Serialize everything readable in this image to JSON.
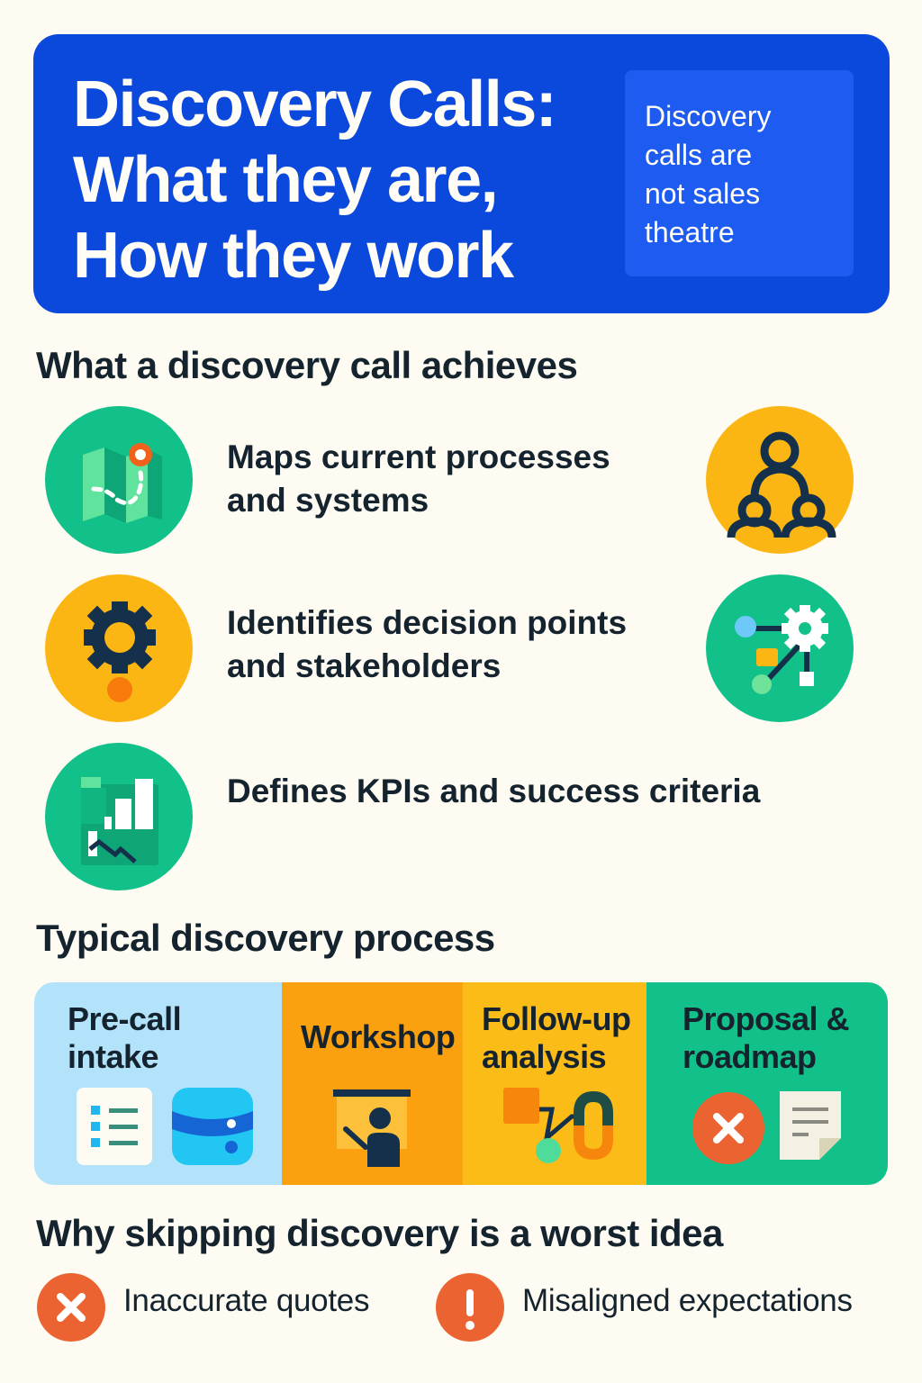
{
  "header": {
    "title_lines": [
      "Discovery Calls:",
      "What they are,",
      "How they work"
    ],
    "note_lines": [
      "Discovery",
      "calls are",
      "not sales",
      "theatre"
    ]
  },
  "achieves": {
    "title": "What a discovery call achieves",
    "items": [
      {
        "icon": "folded-map-icon",
        "lines": [
          "Maps current processes",
          "and systems"
        ]
      },
      {
        "icon": "gear-icon",
        "lines": [
          "Identifies decision points",
          "and stakeholders"
        ]
      },
      {
        "icon": "bar-chart-icon",
        "lines": [
          "Defines KPIs and success criteria"
        ]
      }
    ],
    "side_icons": [
      "people-hierarchy-icon",
      "workflow-gear-icon"
    ]
  },
  "process": {
    "title": "Typical discovery process",
    "steps": [
      {
        "lines": [
          "Pre-call",
          "intake"
        ],
        "color": "#b3e2fb",
        "icons": [
          "checklist-icon",
          "database-icon"
        ]
      },
      {
        "lines": [
          "Workshop"
        ],
        "color": "#fba10f",
        "icons": [
          "presenter-icon"
        ]
      },
      {
        "lines": [
          "Follow-up",
          "analysis"
        ],
        "color": "#fbbc18",
        "icons": [
          "flow-link-icon"
        ]
      },
      {
        "lines": [
          "Proposal &",
          "roadmap"
        ],
        "color": "#12c18a",
        "icons": [
          "cross-circle-icon",
          "document-icon"
        ]
      }
    ]
  },
  "why": {
    "title": "Why skipping discovery is a worst idea",
    "items": [
      {
        "icon": "cross-icon",
        "label": "Inaccurate quotes"
      },
      {
        "icon": "exclamation-icon",
        "label": "Misaligned expectations"
      }
    ]
  },
  "colors": {
    "header_blue": "#0b48dc",
    "note_blue": "#1e5bf0",
    "green": "#12c18a",
    "yellow": "#fbb614",
    "orange_red": "#ec6332",
    "navy": "#14232e",
    "background": "#fdfbf2"
  }
}
